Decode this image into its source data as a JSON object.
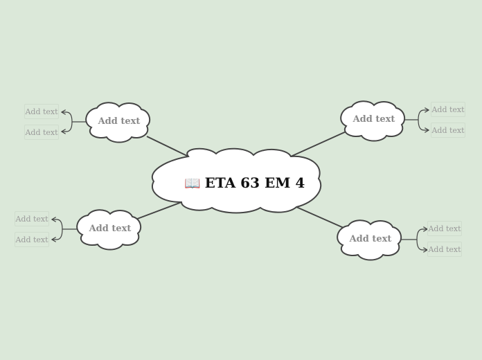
{
  "central": {
    "icon": "open-book-icon",
    "glyph": "📖",
    "label": "ETA 63 EM 4"
  },
  "branches": [
    {
      "id": "top-left",
      "label": "Add text",
      "leaves": [
        "Add text",
        "Add text"
      ]
    },
    {
      "id": "top-right",
      "label": "Add text",
      "leaves": [
        "Add text",
        "Add text"
      ]
    },
    {
      "id": "bottom-left",
      "label": "Add text",
      "leaves": [
        "Add text",
        "Add text"
      ]
    },
    {
      "id": "bottom-right",
      "label": "Add text",
      "leaves": [
        "Add text",
        "Add text"
      ]
    }
  ],
  "colors": {
    "background": "#dbe8d9",
    "line": "#444444",
    "cloud_fill": "#ffffff",
    "leaf_border": "#cfdccd"
  }
}
